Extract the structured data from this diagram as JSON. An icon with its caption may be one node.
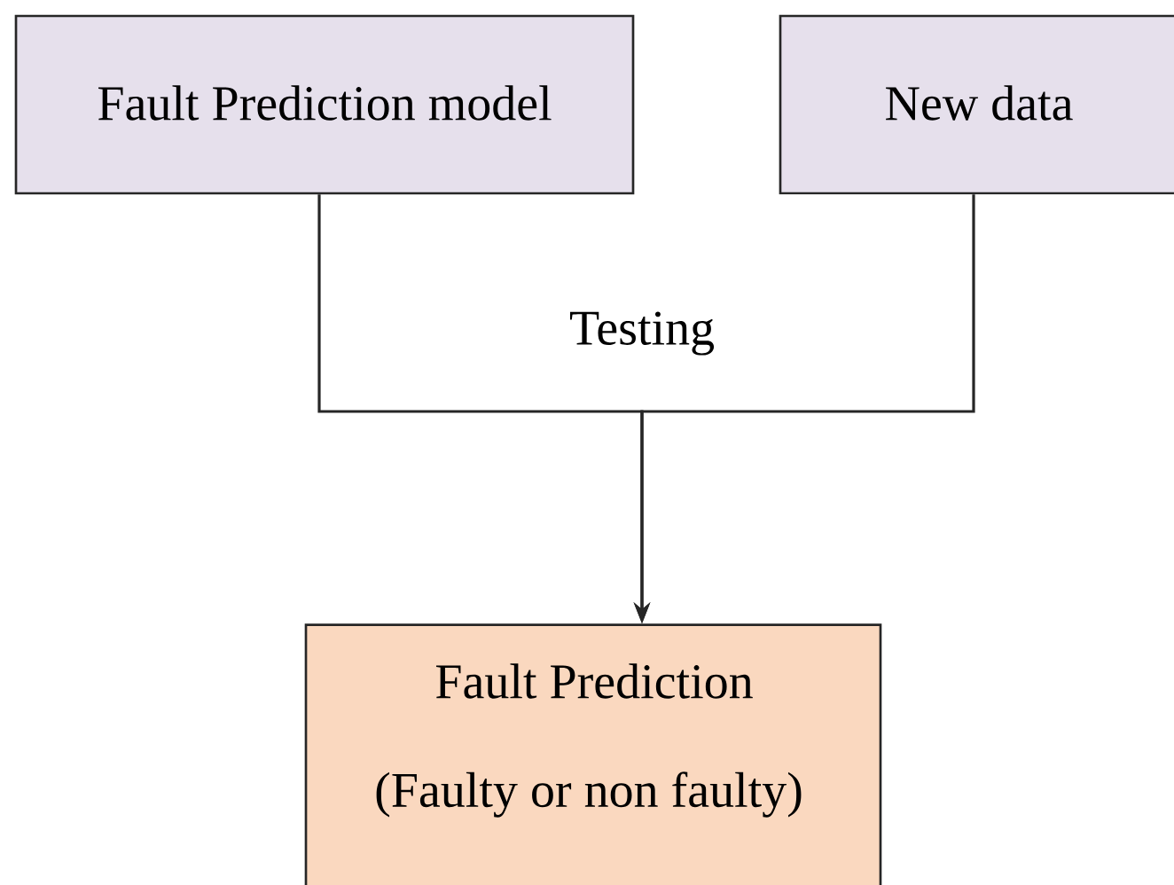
{
  "diagram": {
    "nodes": [
      {
        "text": [
          "Fault Prediction  model"
        ]
      },
      {
        "text": [
          "New data"
        ]
      },
      {
        "text": [
          "Fault Prediction",
          "(Faulty or non faulty)"
        ]
      }
    ],
    "edges": [
      {
        "from": 0,
        "to": 2,
        "arrow": "to"
      },
      {
        "from": 1,
        "to": 2,
        "arrow": "to"
      }
    ],
    "labels": [
      "Testing"
    ]
  }
}
